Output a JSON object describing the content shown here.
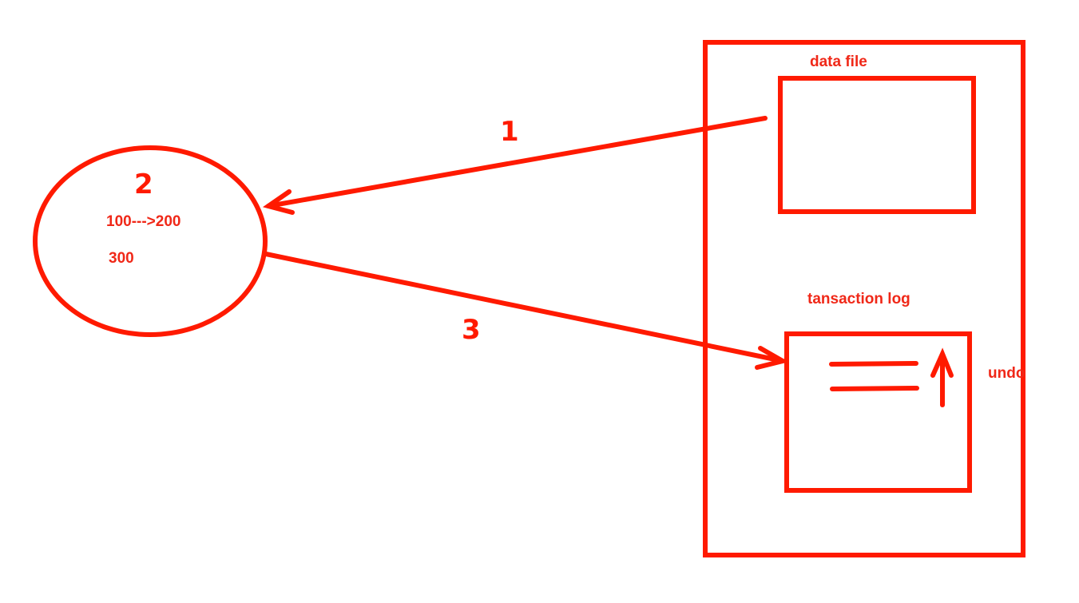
{
  "colors": {
    "stroke": "#ff1a00",
    "text": "#f02818",
    "background": "#ffffff"
  },
  "memory": {
    "step_label": "2",
    "value_change": "100--->200",
    "value_other": "300"
  },
  "arrows": {
    "read_step": "1",
    "write_step": "3"
  },
  "storage": {
    "data_file_label": "data file",
    "transaction_log_label": "tansaction log",
    "undo_label": "undo"
  }
}
